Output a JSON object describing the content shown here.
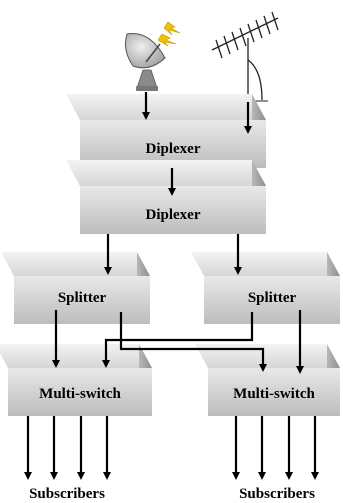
{
  "diagram": {
    "boxes": [
      {
        "id": "diplexer-1",
        "label": "Diplexer"
      },
      {
        "id": "diplexer-2",
        "label": "Diplexer"
      },
      {
        "id": "splitter-left",
        "label": "Splitter"
      },
      {
        "id": "splitter-right",
        "label": "Splitter"
      },
      {
        "id": "multiswitch-left",
        "label": "Multi-switch"
      },
      {
        "id": "multiswitch-right",
        "label": "Multi-switch"
      }
    ],
    "subscribers_left": "Subscribers",
    "subscribers_right": "Subscribers",
    "icons": {
      "satellite": "satellite-dish-icon",
      "antenna": "tv-antenna-icon"
    },
    "colors": {
      "box_front": "#c8c8c8",
      "box_top": "#e4e4e4",
      "box_side": "#a9a9a9",
      "arrow": "#000000"
    }
  }
}
